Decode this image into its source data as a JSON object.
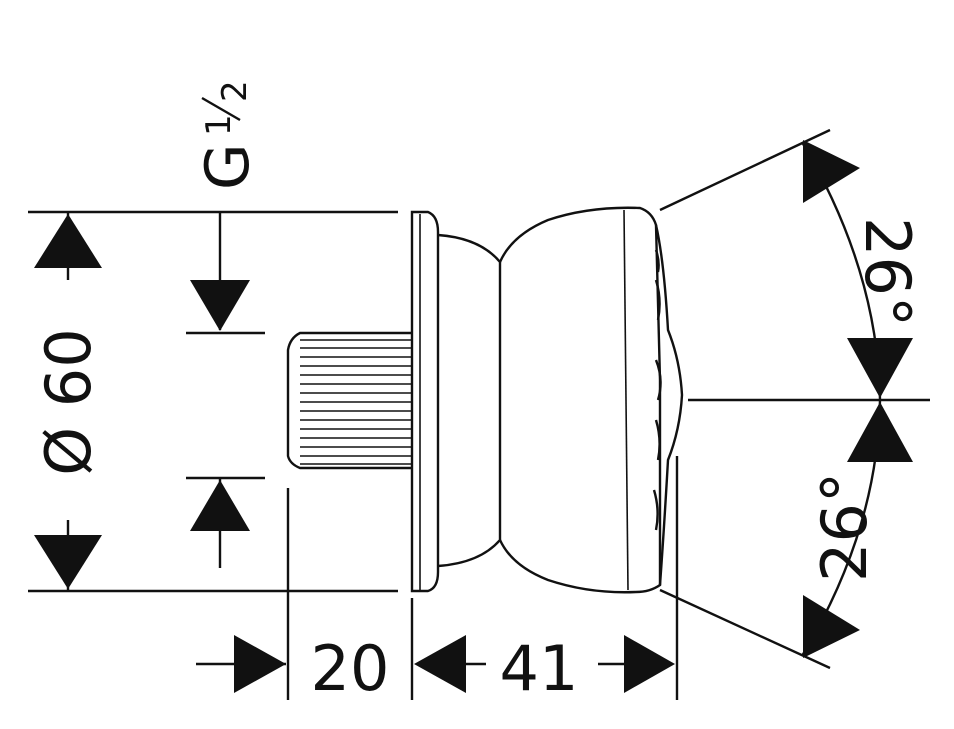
{
  "drawing": {
    "diameter_label": "Ø 60",
    "thread_label": "G",
    "thread_fraction_num": "1",
    "thread_fraction_den": "2",
    "spray_angle_upper": "26°",
    "spray_angle_lower": "26°",
    "length_inlet": "20",
    "length_body": "41"
  }
}
